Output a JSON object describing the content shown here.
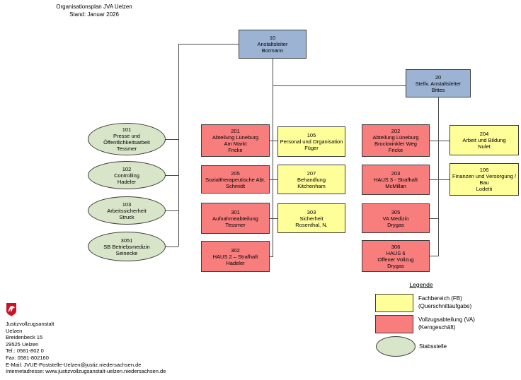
{
  "title": {
    "line1": "Organisationsplan JVA Uelzen",
    "line2": "Stand: Januar 2026"
  },
  "colors": {
    "leadership_box": "#9CB3D3",
    "fachbereich_yellow": "#FFFF99",
    "vollzugsabteilung_red": "#F87E7E",
    "stabsstelle_green": "#D9E5C9",
    "connector_line": "#4a4a4a",
    "coat_of_arms_red": "#CE1126"
  },
  "nodes": {
    "n10": {
      "id": "10",
      "l1": "Anstaltsleiter",
      "l2": "Bormann"
    },
    "n20": {
      "id": "20",
      "l1": "Stellv. Anstaltsleiter",
      "l2": "Bittes"
    },
    "n101": {
      "id": "101",
      "l1": "Presse und",
      "l2": "Öffentlichkeitsarbeit",
      "l3": "Tessmer"
    },
    "n102": {
      "id": "102",
      "l1": "Controlling",
      "l2": "Hadeler"
    },
    "n103": {
      "id": "103",
      "l1": "Arbeitssicherheit",
      "l2": "Struck"
    },
    "n3051": {
      "id": "3051",
      "l1": "SB Betriebsmedizin",
      "l2": "Seinecke"
    },
    "n201": {
      "id": "201",
      "l1": "Abteilung Lüneburg",
      "l2": "Am Markt",
      "l3": "Fricke"
    },
    "n205": {
      "id": "205",
      "l1": "Sozialtherapeutische Abt.",
      "l2": "Schmidt"
    },
    "n301": {
      "id": "301",
      "l1": "Aufnahmeabteilung",
      "l2": "Tessmer"
    },
    "n302": {
      "id": "302",
      "l1": "HAUS 2 – Strafhaft",
      "l2": "Hadeler"
    },
    "n105": {
      "id": "105",
      "l1": "Personal und Organisation",
      "l2": "Füger"
    },
    "n207": {
      "id": "207",
      "l1": "Behandlung",
      "l2": "Kitchenham"
    },
    "n303": {
      "id": "303",
      "l1": "Sicherheit",
      "l2": "Rosenthal, N."
    },
    "n202": {
      "id": "202",
      "l1": "Abteilung Lüneburg",
      "l2": "Brockwinkler Weg",
      "l3": "Fricke"
    },
    "n203": {
      "id": "203",
      "l1": "HAUS 3 - Strafhaft",
      "l2": "McMillan"
    },
    "n305": {
      "id": "305",
      "l1": "VA Medizin",
      "l2": "Drygas"
    },
    "n306": {
      "id": "306",
      "l1": "HAUS 6",
      "l2": "Offener Vollzug",
      "l3": "Drygas"
    },
    "n204": {
      "id": "204",
      "l1": "Arbeit und Bildung",
      "l2": "Nulet"
    },
    "n106": {
      "id": "106",
      "l1": "Finanzen und Versorgung /",
      "l2": "Bau",
      "l3": "Lodetti"
    }
  },
  "legend": {
    "title": "Legende",
    "fb": {
      "label1": "Fachbereich (FB)",
      "label2": "(Querschnittaufgabe)"
    },
    "va": {
      "label1": "Vollzugsabteilung (VA)",
      "label2": "(Kerngeschäft)"
    },
    "stab": {
      "label1": "Stabsstelle"
    }
  },
  "footer": {
    "line1": "Justizvollzugsanstalt",
    "line2": "Uelzen",
    "line3": "Breidenbeck 15",
    "line4": "29525 Uelzen",
    "line5": "Tel.: 0581-802 0",
    "line6": "Fax: 0581-802160",
    "line7": "E-Mail: JVUE-Poststelle-Uelzen@justiz.niedersachsen.de",
    "line8": "Internetadresse: www.justizvollzugsanstalt-uelzen.niedersachsen.de"
  }
}
